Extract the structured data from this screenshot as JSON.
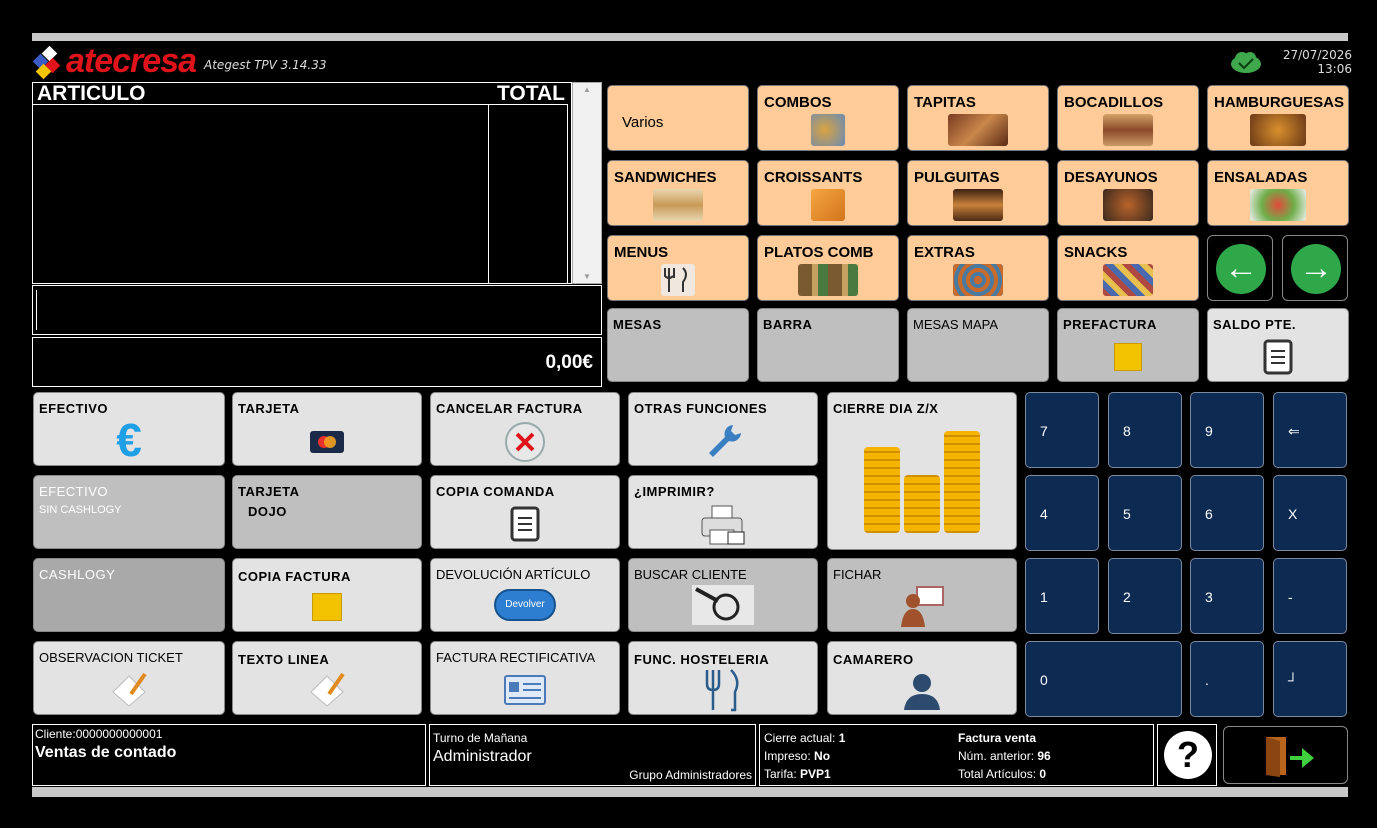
{
  "app": {
    "brand": "atecresa",
    "version": "Ategest TPV 3.14.33",
    "date": "27/07/2026",
    "time": "13:06"
  },
  "ticket": {
    "col_article": "ARTICULO",
    "col_total": "TOTAL",
    "total_value": "0,00€"
  },
  "categories": [
    {
      "label": "Varios"
    },
    {
      "label": "COMBOS"
    },
    {
      "label": "TAPITAS"
    },
    {
      "label": "BOCADILLOS"
    },
    {
      "label": "HAMBURGUESAS"
    },
    {
      "label": "SANDWICHES"
    },
    {
      "label": "CROISSANTS"
    },
    {
      "label": "PULGUITAS"
    },
    {
      "label": "DESAYUNOS"
    },
    {
      "label": "ENSALADAS"
    },
    {
      "label": "MENUS"
    },
    {
      "label": "PLATOS COMB"
    },
    {
      "label": "EXTRAS"
    },
    {
      "label": "SNACKS"
    }
  ],
  "areas": [
    {
      "label": "MESAS"
    },
    {
      "label": "BARRA"
    },
    {
      "label": "MESAS MAPA"
    },
    {
      "label": "PREFACTURA"
    },
    {
      "label": "SALDO PTE."
    }
  ],
  "functions": {
    "efectivo": "EFECTIVO",
    "tarjeta": "TARJETA",
    "cancelar_factura": "CANCELAR FACTURA",
    "otras_funciones": "OTRAS FUNCIONES",
    "cierre_dia": "CIERRE DIA Z/X",
    "efectivo_sin": "EFECTIVO",
    "efectivo_sin_sub": "SIN CASHLOGY",
    "tarjeta_dojo": "TARJETA",
    "tarjeta_dojo_sub": "DOJO",
    "copia_comanda": "COPIA COMANDA",
    "imprimir": "¿IMPRIMIR?",
    "cashlogy": "CASHLOGY",
    "copia_factura": "COPIA FACTURA",
    "devolucion": "DEVOLUCIÓN ARTÍCULO",
    "devolucion_btn": "Devolver",
    "buscar_cliente": "BUSCAR CLIENTE",
    "fichar": "FICHAR",
    "observacion": "OBSERVACION TICKET",
    "texto_linea": "TEXTO LINEA",
    "factura_rect": "FACTURA RECTIFICATIVA",
    "func_hosteleria": "FUNC. HOSTELERIA",
    "camarero": "CAMARERO"
  },
  "keypad": [
    "7",
    "8",
    "9",
    "⇐",
    "4",
    "5",
    "6",
    "X",
    "1",
    "2",
    "3",
    "-",
    "0",
    ".",
    "┘"
  ],
  "status": {
    "cliente_label": "Cliente:0000000000001",
    "cliente_name": "Ventas de contado",
    "turno": "Turno de Mañana",
    "usuario": "Administrador",
    "grupo": "Grupo Administradores",
    "cierre_label": "Cierre actual:",
    "cierre_val": "1",
    "impreso_label": "Impreso:",
    "impreso_val": "No",
    "tarifa_label": "Tarifa:",
    "tarifa_val": "PVP1",
    "factura_title": "Factura venta",
    "num_label": "Núm. anterior:",
    "num_val": "96",
    "total_art_label": "Total Artículos:",
    "total_art_val": "0"
  },
  "colors": {
    "category": "#ffcc99",
    "function": "#bfbfbf",
    "keypad": "#0d2a52",
    "brand": "#e0131a"
  }
}
